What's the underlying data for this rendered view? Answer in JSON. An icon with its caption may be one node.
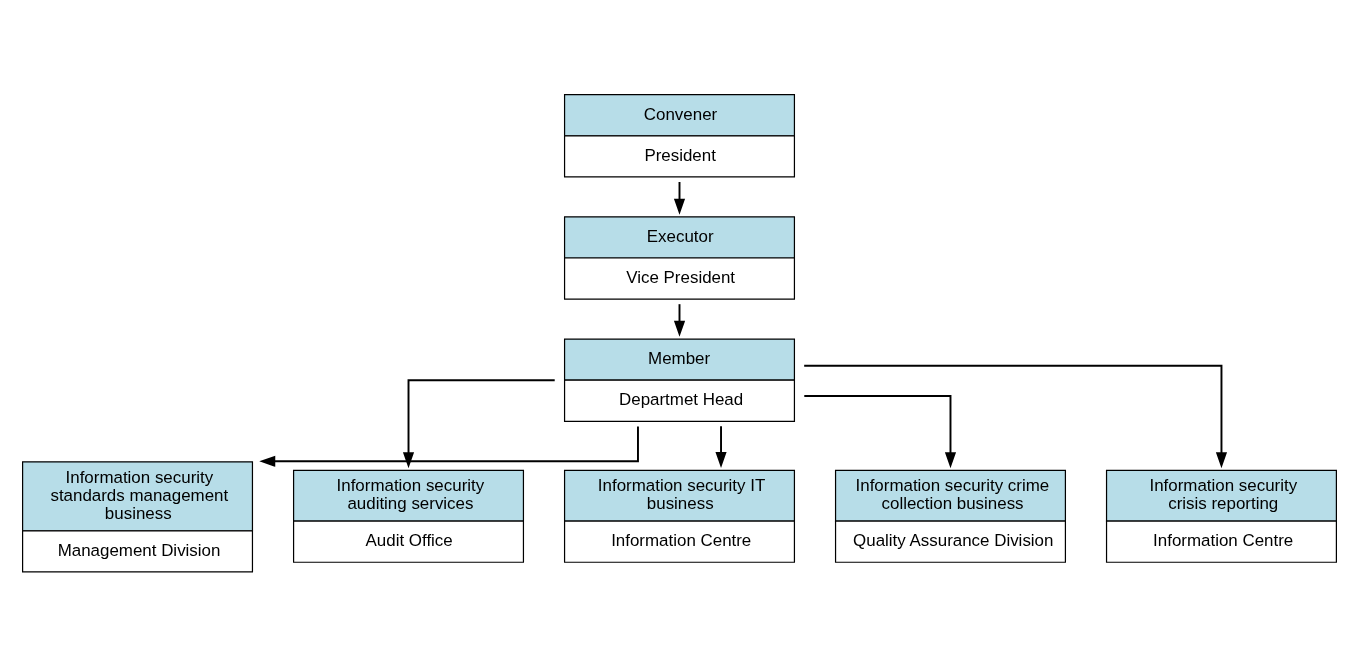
{
  "diagram": {
    "nodes": [
      {
        "text": [
          "Convener",
          "President"
        ]
      },
      {
        "text": [
          "Executor",
          "Vice President"
        ]
      },
      {
        "text": [
          "Member",
          "Departmet Head"
        ]
      },
      {
        "text": [
          "Information security standards management business",
          "Management Division"
        ]
      },
      {
        "text": [
          "Information security auditing services",
          "Audit Office"
        ]
      },
      {
        "text": [
          "Information security IT business",
          "Information Centre"
        ]
      },
      {
        "text": [
          "Information security crime collection business",
          "Quality Assurance Division"
        ]
      },
      {
        "text": [
          "Information security crisis reporting",
          "Information Centre"
        ]
      }
    ],
    "edges": [
      {
        "from": 0,
        "to": 1,
        "arrow": "to"
      },
      {
        "from": 1,
        "to": 2,
        "arrow": "to"
      },
      {
        "from": 2,
        "to": 3,
        "arrow": "to"
      },
      {
        "from": 2,
        "to": 4,
        "arrow": "to"
      },
      {
        "from": 2,
        "to": 5,
        "arrow": "to"
      },
      {
        "from": 2,
        "to": 6,
        "arrow": "to"
      },
      {
        "from": 2,
        "to": 7,
        "arrow": "to"
      }
    ]
  }
}
